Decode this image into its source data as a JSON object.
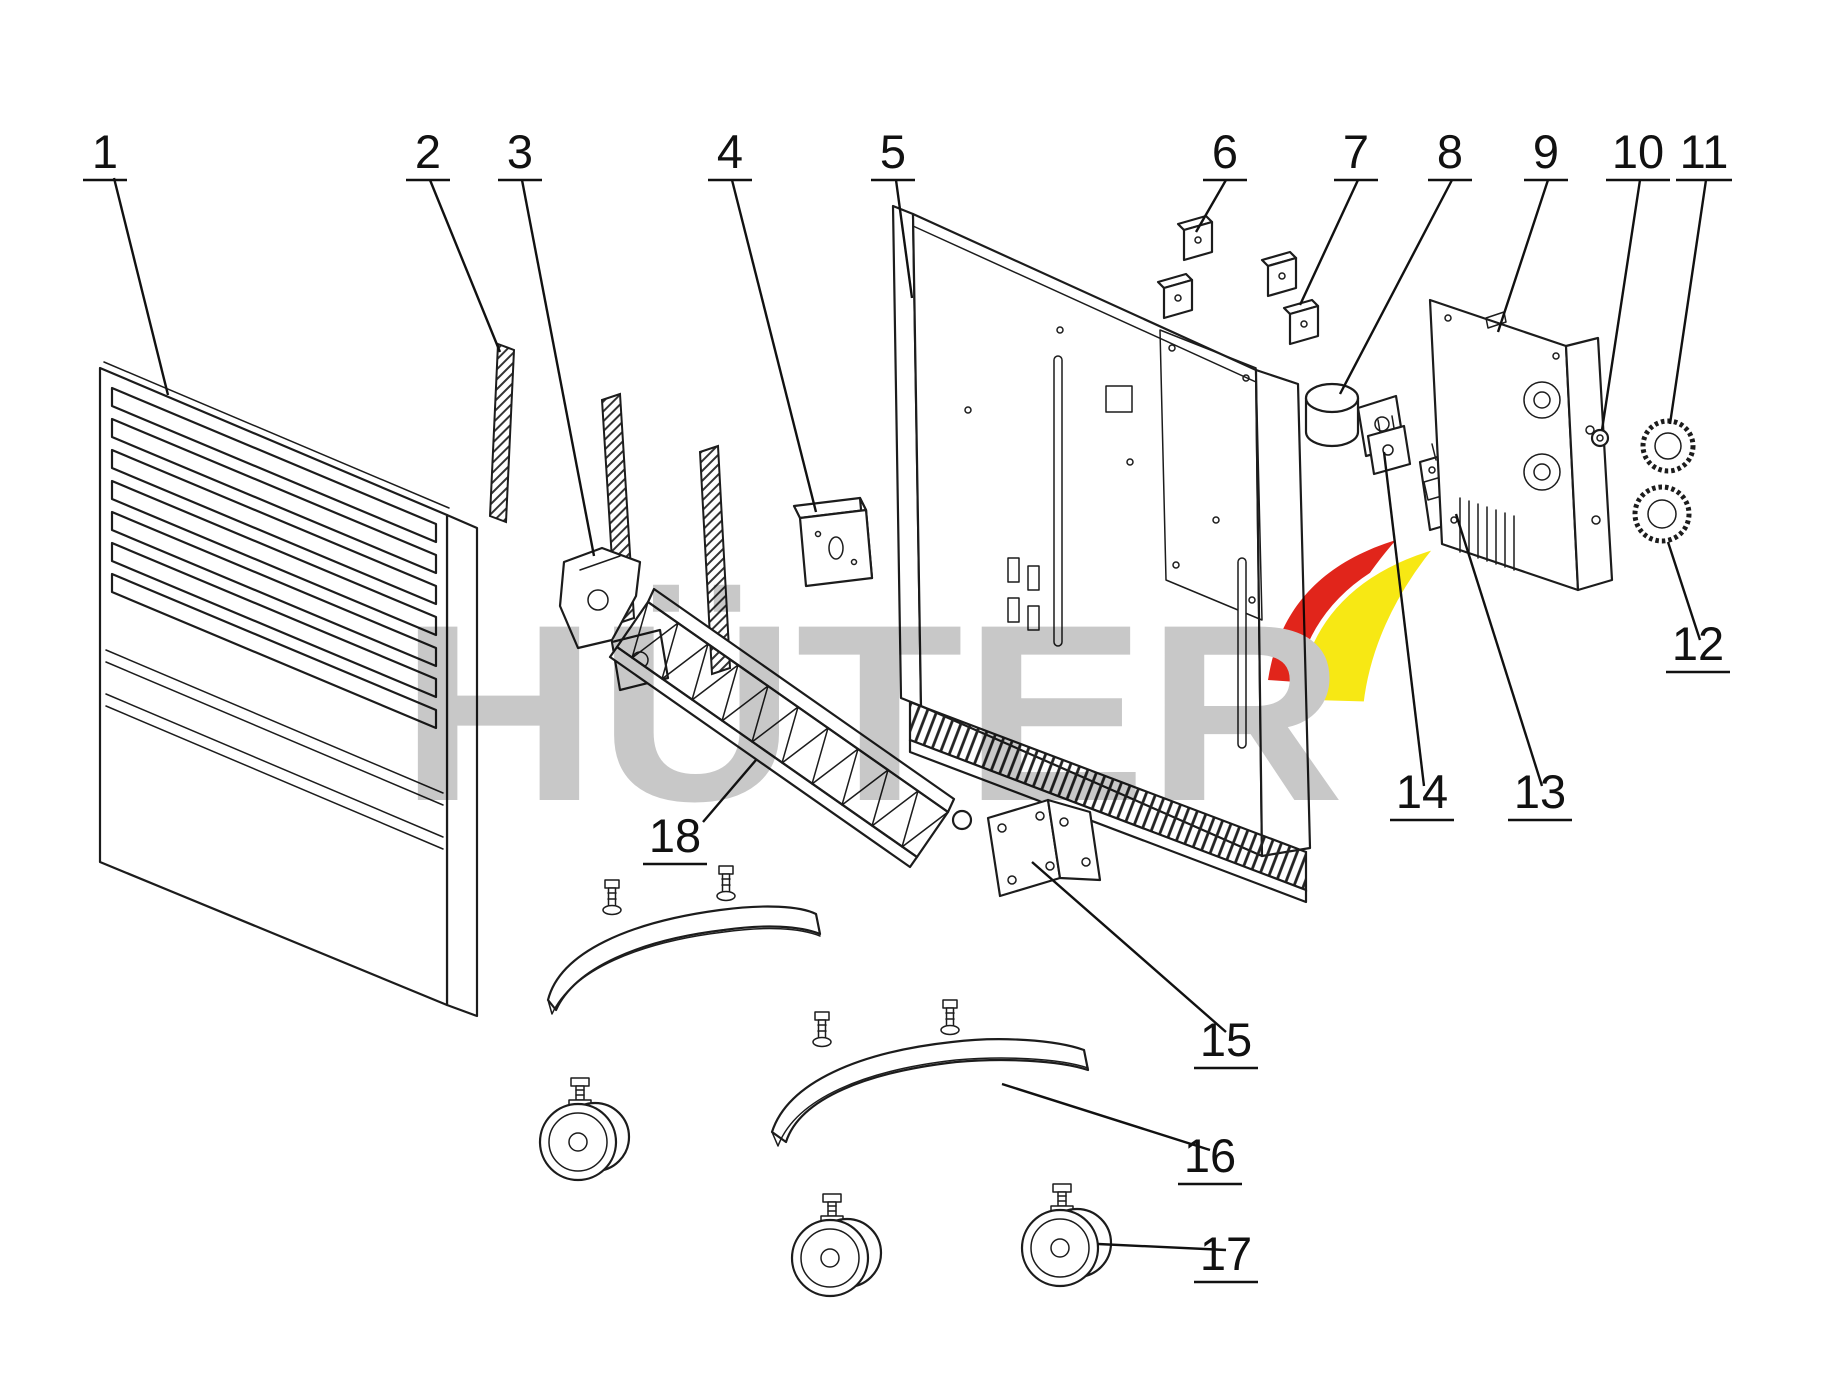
{
  "diagram": {
    "background": "#ffffff",
    "line_color": "#1c1c1c",
    "watermark": {
      "text": "HÜTER",
      "color": "#c8c8c8",
      "logo": {
        "red": "#e1251b",
        "yellow": "#f7e814"
      }
    },
    "labels": [
      "1",
      "2",
      "3",
      "4",
      "5",
      "6",
      "7",
      "8",
      "9",
      "10",
      "11",
      "12",
      "13",
      "14",
      "15",
      "16",
      "17",
      "18"
    ]
  }
}
